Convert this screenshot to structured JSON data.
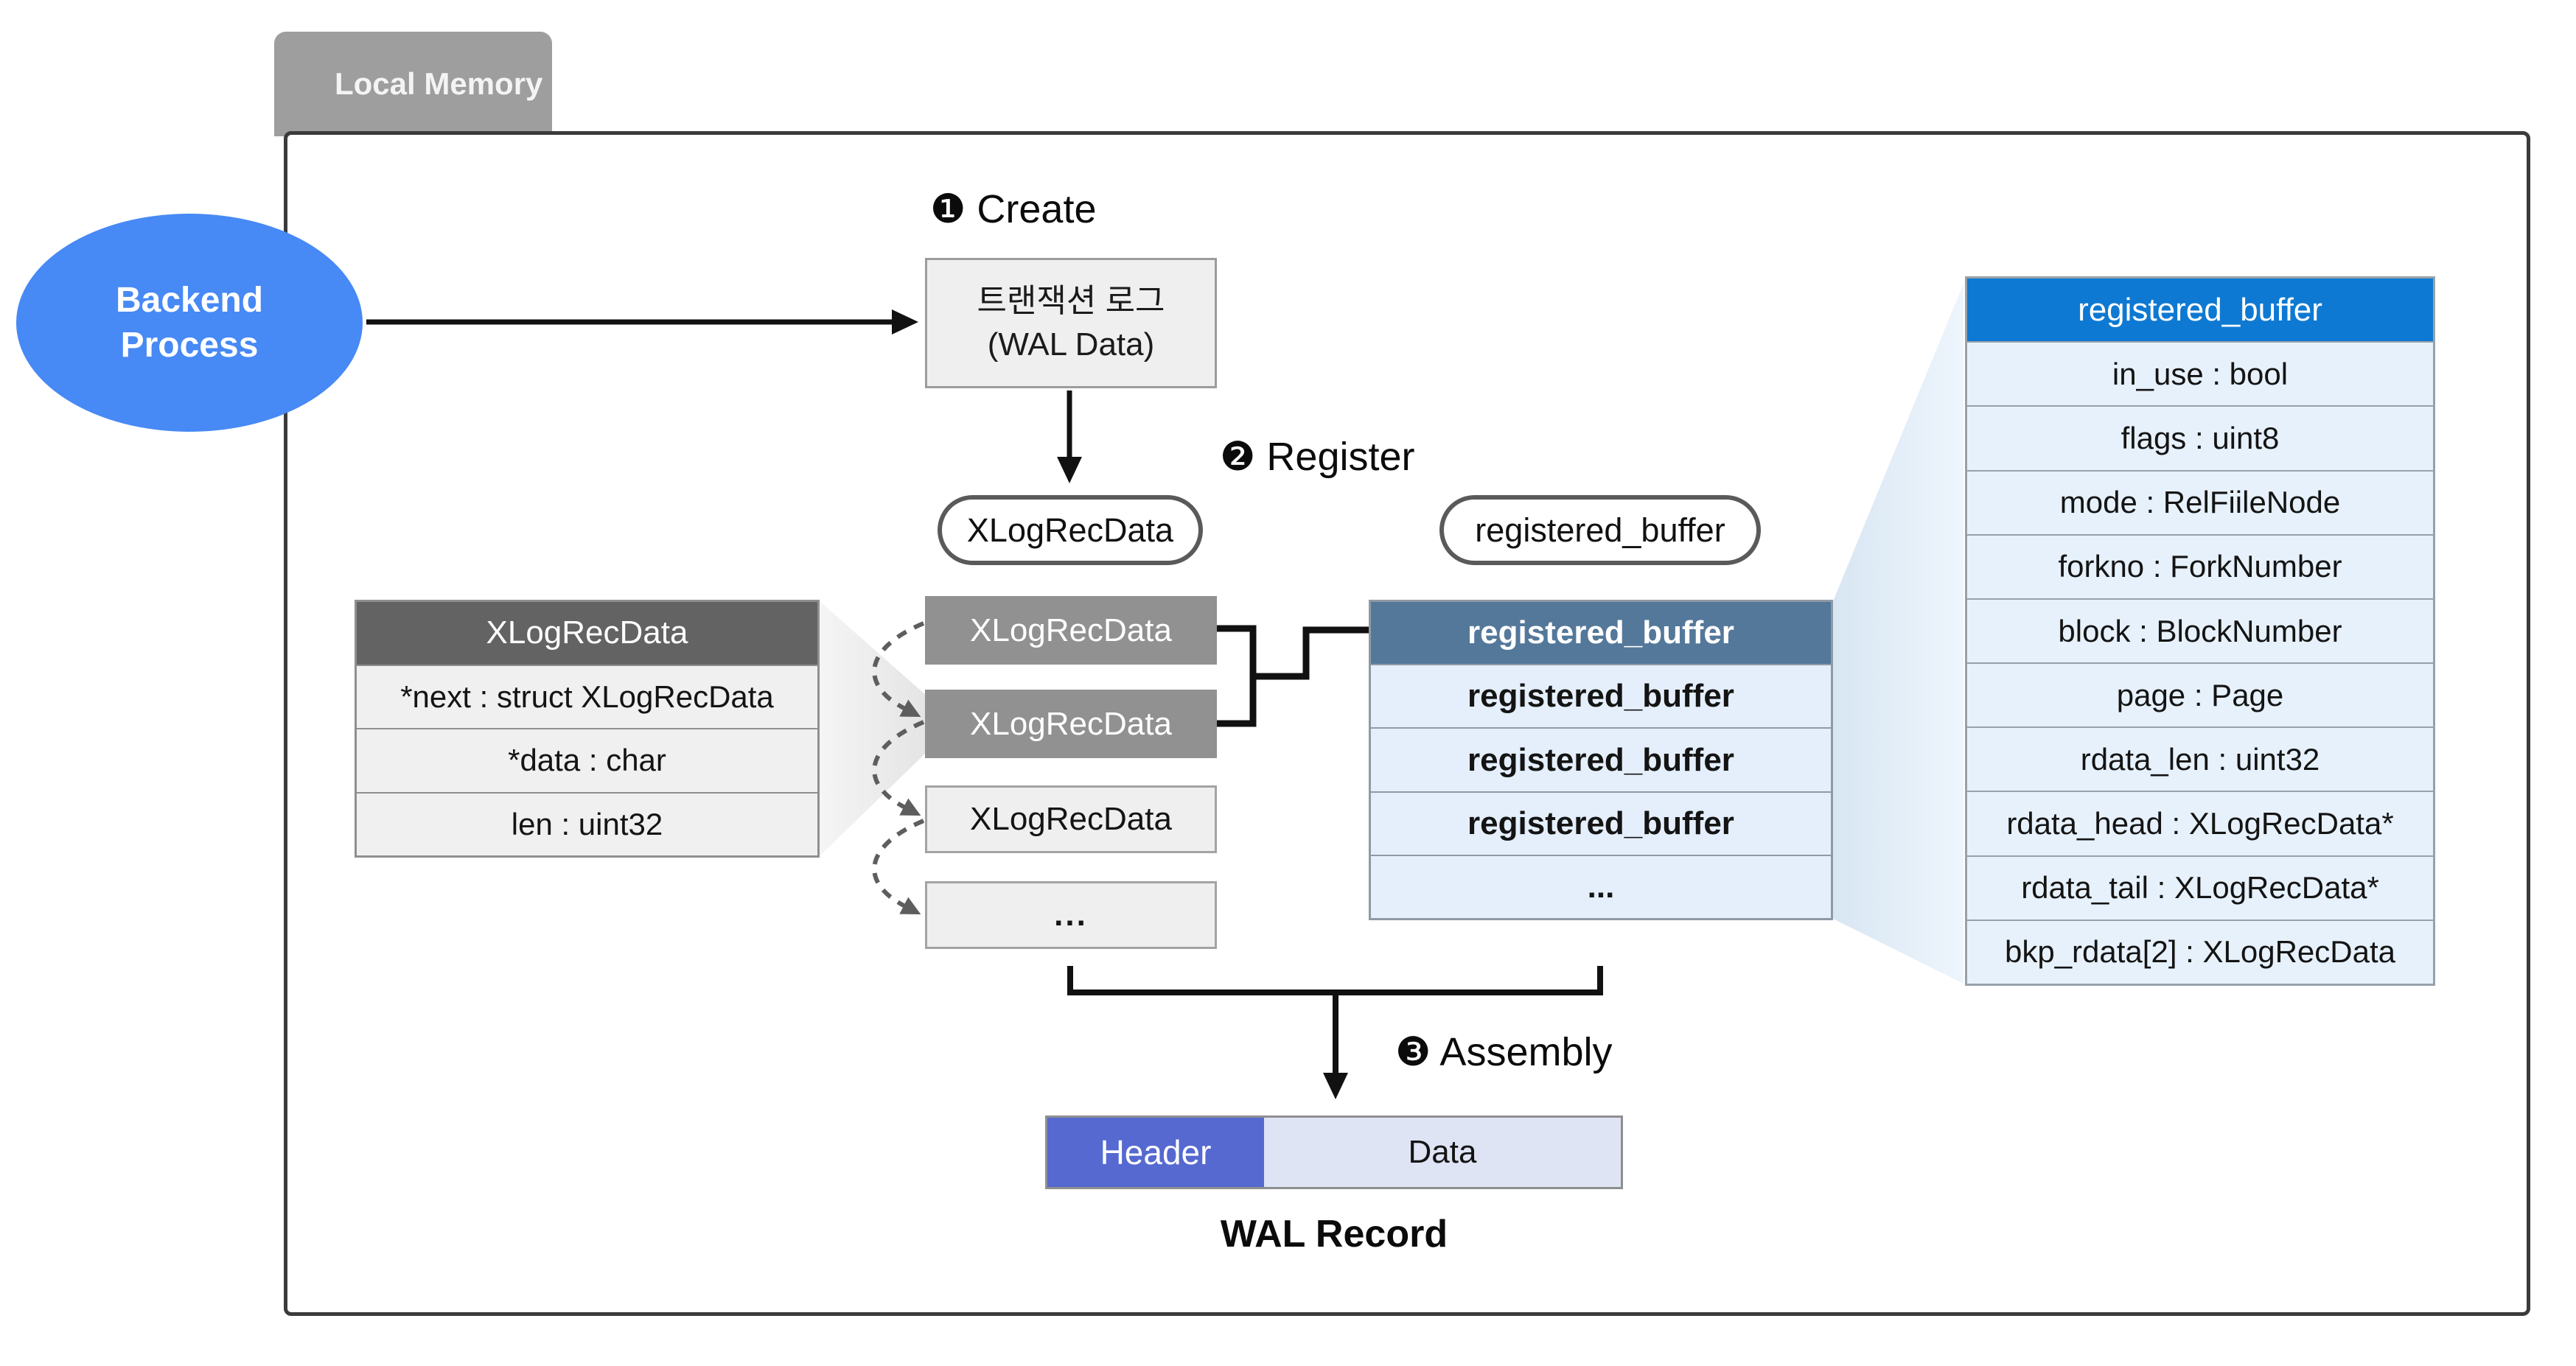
{
  "tab_label": "Local Memory",
  "backend": {
    "label": "Backend Process"
  },
  "steps": {
    "create": "❶ Create",
    "register": "❷ Register",
    "assembly": "❸ Assembly"
  },
  "wal_data": {
    "line1": "트랜잭션 로그",
    "line2": "(WAL Data)"
  },
  "pills": {
    "xlogrecdata": "XLogRecData",
    "registered_buffer": "registered_buffer"
  },
  "xlog_struct": {
    "header": "XLogRecData",
    "rows": [
      "*next : struct XLogRecData",
      "*data : char",
      "len : uint32"
    ]
  },
  "xlog_stack": {
    "items": [
      "XLogRecData",
      "XLogRecData",
      "XLogRecData",
      "..."
    ]
  },
  "buffer_stack": {
    "items": [
      "registered_buffer",
      "registered_buffer",
      "registered_buffer",
      "registered_buffer",
      "..."
    ]
  },
  "buffer_struct": {
    "header": "registered_buffer",
    "rows": [
      "in_use : bool",
      "flags : uint8",
      "mode : RelFiileNode",
      "forkno : ForkNumber",
      "block : BlockNumber",
      "page : Page",
      "rdata_len : uint32",
      "rdata_head : XLogRecData*",
      "rdata_tail : XLogRecData*",
      "bkp_rdata[2] : XLogRecData"
    ]
  },
  "wal_record": {
    "header_label": "Header",
    "data_label": "Data",
    "caption": "WAL Record"
  },
  "colors": {
    "backend_blue": "#4789f5",
    "tab_gray": "#9e9e9e",
    "container_border": "#3b3b3b",
    "struct_header_gray": "#636363",
    "stack_gray": "#919191",
    "light_gray_box": "#efefef",
    "buffer_header_steel": "#54789a",
    "buffer_header_blue": "#0e79d2",
    "buffer_row_blue": "#e7f1fb",
    "wal_header_indigo": "#5569d0",
    "wal_data_lavender": "#dfe4f5"
  }
}
